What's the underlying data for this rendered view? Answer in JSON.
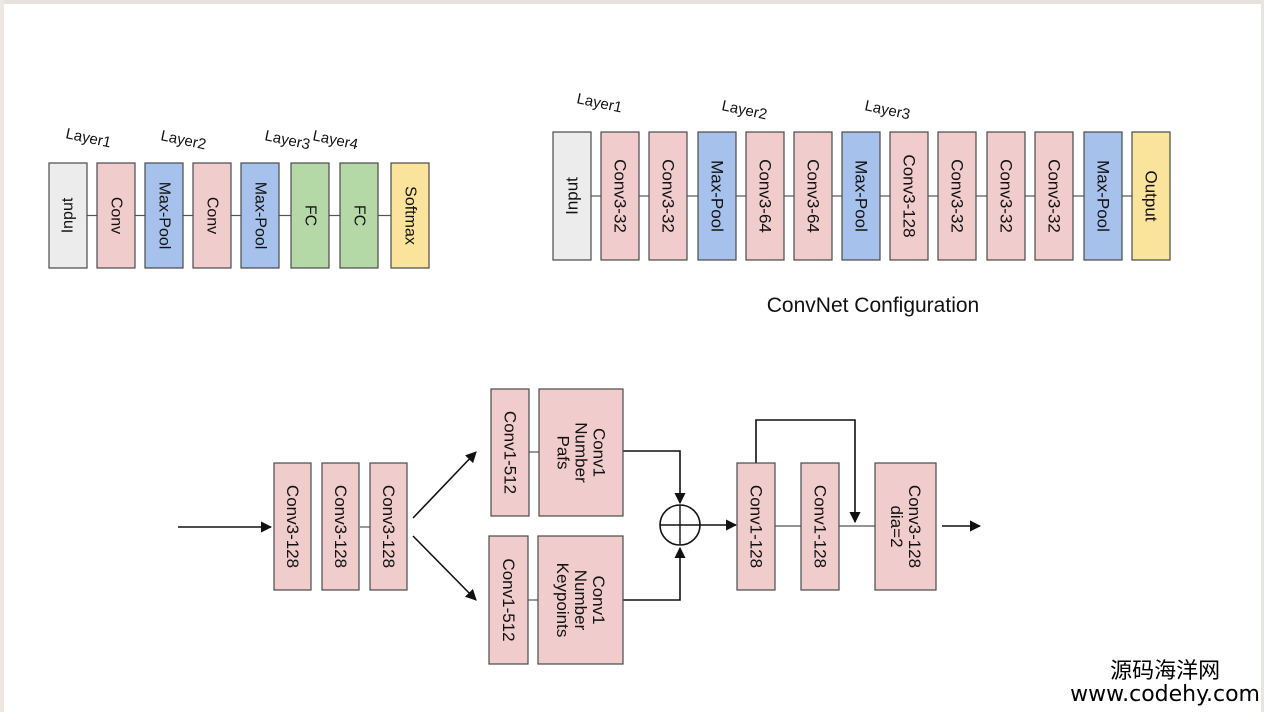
{
  "colors": {
    "input": "#ececec",
    "conv": "#f1cccc",
    "pool": "#a6c1ec",
    "fc": "#b5d8a7",
    "softmax": "#fae39b",
    "output": "#fae39b",
    "border": "#4a4a4a",
    "text": "#111111"
  },
  "diagram_simple": {
    "layer_labels": [
      "Layer1",
      "Layer2",
      "Layer3",
      "Layer4"
    ],
    "blocks": [
      {
        "label": "Input",
        "type": "input"
      },
      {
        "label": "Conv",
        "type": "conv"
      },
      {
        "label": "Max-Pool",
        "type": "pool"
      },
      {
        "label": "Conv",
        "type": "conv"
      },
      {
        "label": "Max-Pool",
        "type": "pool"
      },
      {
        "label": "FC",
        "type": "fc"
      },
      {
        "label": "FC",
        "type": "fc"
      },
      {
        "label": "Softmax",
        "type": "softmax"
      }
    ]
  },
  "diagram_convnet": {
    "title": "ConvNet Configuration",
    "layer_labels": [
      "Layer1",
      "Layer2",
      "Layer3"
    ],
    "blocks": [
      {
        "label": "Input",
        "type": "input"
      },
      {
        "label": "Conv3-32",
        "type": "conv"
      },
      {
        "label": "Conv3-32",
        "type": "conv"
      },
      {
        "label": "Max-Pool",
        "type": "pool"
      },
      {
        "label": "Conv3-64",
        "type": "conv"
      },
      {
        "label": "Conv3-64",
        "type": "conv"
      },
      {
        "label": "Max-Pool",
        "type": "pool"
      },
      {
        "label": "Conv3-128",
        "type": "conv"
      },
      {
        "label": "Conv3-32",
        "type": "conv"
      },
      {
        "label": "Conv3-32",
        "type": "conv"
      },
      {
        "label": "Conv3-32",
        "type": "conv"
      },
      {
        "label": "Max-Pool",
        "type": "pool"
      },
      {
        "label": "Output",
        "type": "output"
      }
    ]
  },
  "diagram_openpose": {
    "stem": [
      "Conv3-128",
      "Conv3-128",
      "Conv3-128"
    ],
    "branch_pafs": {
      "conv": "Conv1-512",
      "head": [
        "Conv1",
        "Number",
        "Pafs"
      ]
    },
    "branch_keypoints": {
      "conv": "Conv1-512",
      "head": [
        "Conv1",
        "Number",
        "Keypoints"
      ]
    },
    "merge": "add",
    "refine": [
      "Conv1-128",
      "Conv1-128"
    ],
    "final": [
      "Conv3-128",
      "dia=2"
    ]
  },
  "watermark": {
    "cn": "源码海洋网",
    "url": "www.codehy.com"
  }
}
